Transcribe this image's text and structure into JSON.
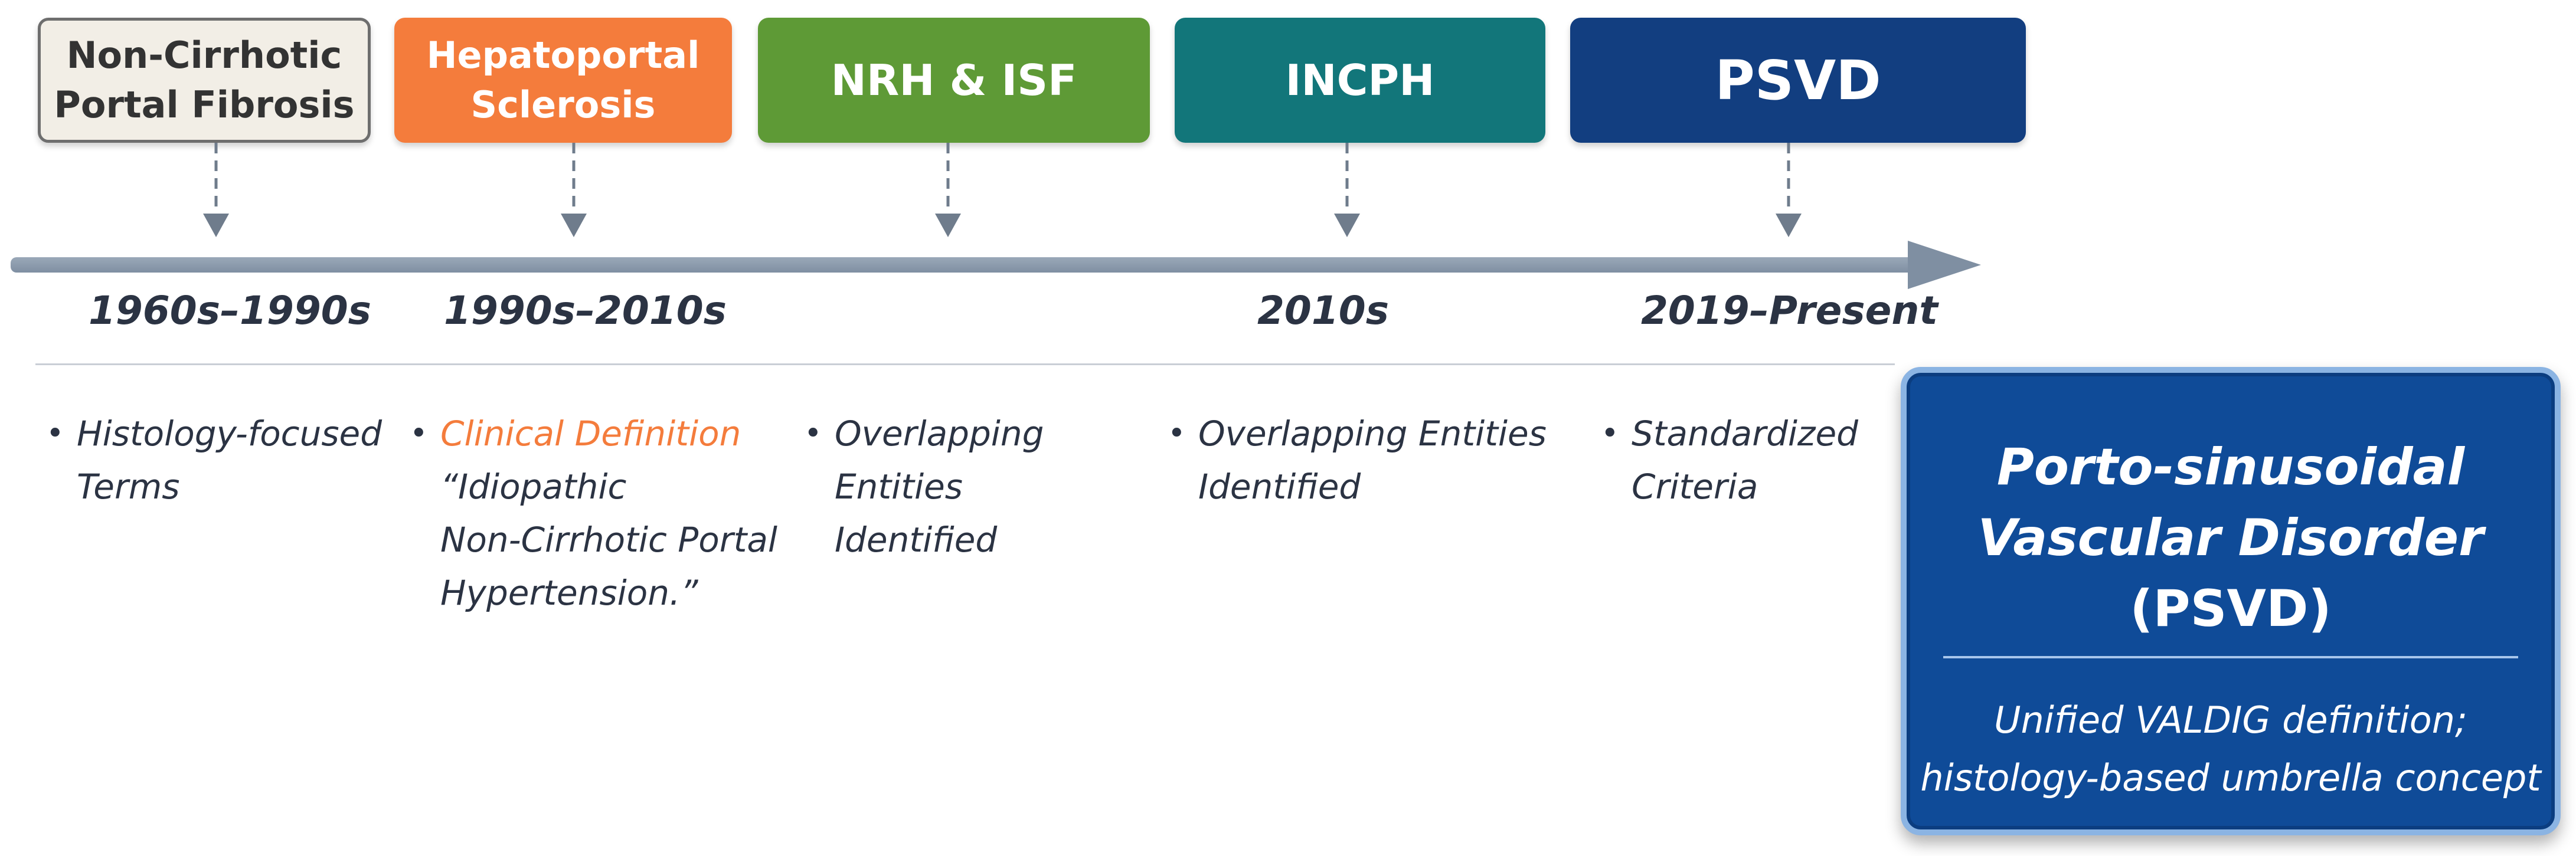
{
  "eras": [
    {
      "label": "Non-Cirrhotic\nPortal Fibrosis",
      "color": "#f2eee6"
    },
    {
      "label": "Hepatoportal\nSclerosis",
      "color": "#f47c3c"
    },
    {
      "label": "NRH & ISF",
      "color": "#5e9a36"
    },
    {
      "label": "INCPH",
      "color": "#12767a"
    },
    {
      "label": "PSVD",
      "color": "#123e80"
    }
  ],
  "dates": {
    "d1": "1960s–1990s",
    "d2": "1990s–2010s",
    "d3": "2010s",
    "d4": "2019–Present"
  },
  "descriptions": {
    "col1": {
      "lines": [
        "Histology-focused",
        "Terms"
      ]
    },
    "col2": {
      "highlight": "Clinical Definition",
      "quote": "“Idiopathic\nNon-Cirrhotic Portal\nHypertension.”"
    },
    "col3": {
      "lines": [
        "Overlapping",
        "Entities",
        "Identified"
      ]
    },
    "col4": {
      "lines": [
        "Overlapping Entities",
        "Identified"
      ]
    },
    "col5": {
      "lines": [
        "Standardized",
        "Criteria"
      ]
    }
  },
  "psvd_panel": {
    "title_line1": "Porto-sinusoidal",
    "title_line2": "Vascular Disorder",
    "title_line3": "(PSVD)",
    "subtitle_line1": "Unified VALDIG definition;",
    "subtitle_line2": "histology-based umbrella concept"
  },
  "colors": {
    "accent_orange": "#f47c3c",
    "timeline": "#8a9aab",
    "panel_blue": "#0f4b98"
  }
}
